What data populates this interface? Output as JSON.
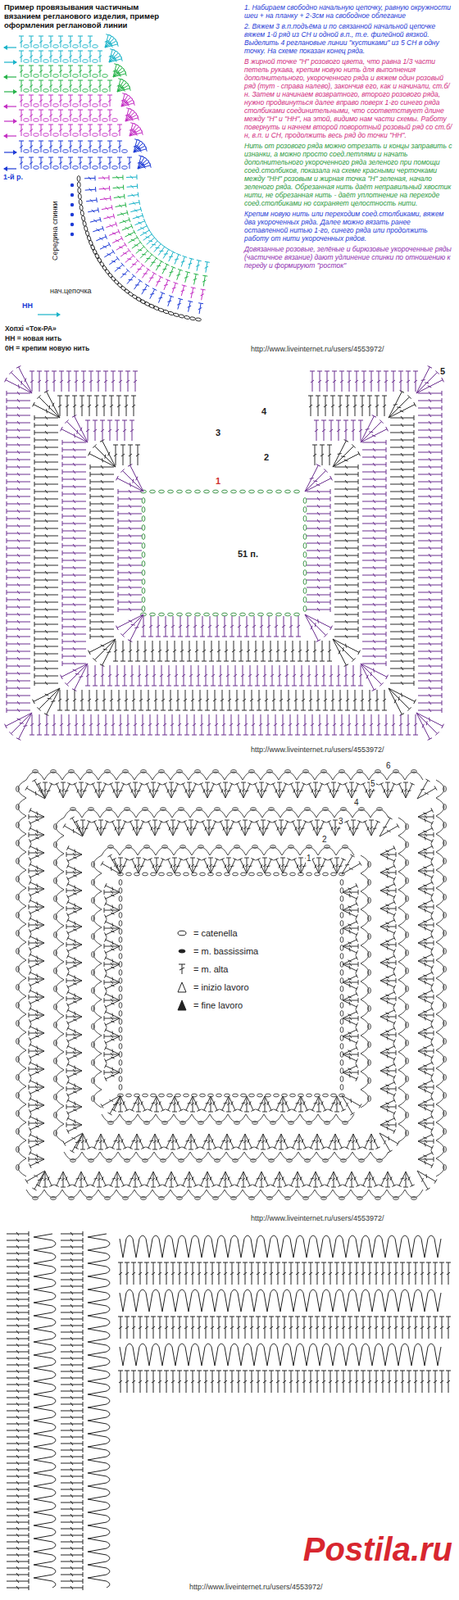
{
  "diagram": {
    "title": "Пример провязывания частичным вязанием регланового изделия, пример оформления реглановой линии",
    "labels": [
      "1. Набираем свободно начальную цепочку, равную окружности шеи + на планку + 2-3см на свободное облегание",
      "2. Вяжем 3 в.п.подъёма и по связанной начальной цепочке вяжем 1-й ряд из СН и одной в.п., т.е. филейной вязкой. Выделить 4 реглановые линии \"кустиками\" из 5 СН в одну точку. На схеме показан конец ряда.",
      "В жирной точке \"Н\" розового цвета, что равна 1/3 части петель рукава, крепим новую нить для выполнения дополнительного, укороченного ряда и вяжем один розовый ряд (тут - справа налево), закончив его, как и начинали, ст.б/н. Затем и начинаем возвратного, второго розового ряда, нужно продвинуться далее вправо поверх 1-го синего ряда столбиками соединительными, что соответствует длине между \"Н\" и \"НН\", на этой, видимо нам части схемы. Работу повернуть и начнем второй поворотный розовый ряд со ст.б/н, в.п. и СН, продолжить весь ряд до точки \"НН\".",
      "Нить от розового ряда можно отрезать и концы заправить с изнанки, а можно просто соед.петлями и начать дополнительного укороченного ряда зеленого при помощи соед.столбиков, показала на схеме красными черточками между \"НН\" розовым и жирная точка \"Н\" зеленая, начало зеленого ряда. Обрезанная нить даёт неправильный хвостик нити, не обрезанная нить - даёт уплотнение на переходе соед.столбиками но сохраняет целостность нити.",
      "Крепим новую нить или переходим соед.столбиками, вяжем два укороченных ряда. Далее можно вязать ранее оставленной нитью 1-го, синего ряда или продолжить работу от нити укороченных рядов.",
      "Довязанные розовые, зелёные и бирюзовые укороченные ряды (частичное вязание) дают удлинение спинки по отношению к переду и формируют \"росток\"",
      "1-й р.",
      "Середина спинки",
      "нач.цепочка",
      "НН",
      "Хопхі «Ток-РА»",
      "НН = новая нить",
      "0Н = крепим новую нить",
      "http://www.liveinternet.ru/users/4553972/",
      "5",
      "4",
      "3",
      "2",
      "1",
      "51 п.",
      "http://www.liveinternet.ru/users/4553972/",
      "1",
      "2",
      "3",
      "4",
      "5",
      "6",
      "http://www.liveinternet.ru/users/4553972/",
      "http://www.liveinternet.ru/users/4553972/",
      "Postila.ru"
    ],
    "legend": [
      {
        "text": "= catenella"
      },
      {
        "text": "= m. bassissima"
      },
      {
        "text": "= m. alta"
      },
      {
        "text": "= inizio lavoro"
      },
      {
        "text": "= fine lavoro"
      }
    ]
  }
}
